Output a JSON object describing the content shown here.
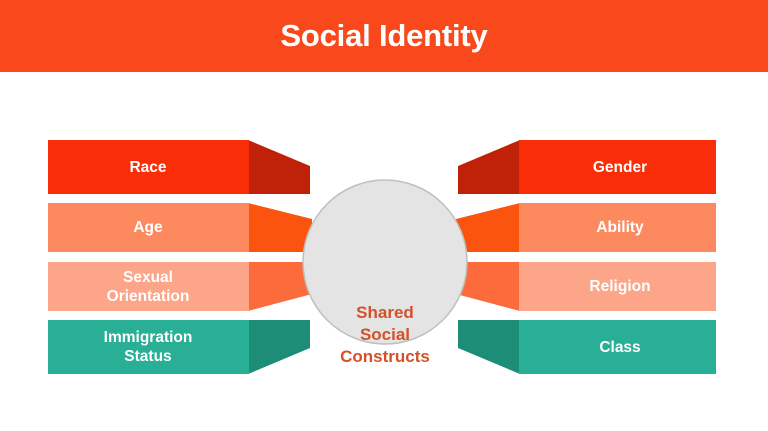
{
  "header": {
    "title": "Social Identity",
    "band_color": "#F9491C",
    "title_color": "#FFFFFF"
  },
  "diagram": {
    "type": "converging-funnel",
    "center": {
      "label": "Shared\nSocial\nConstructs",
      "lines": [
        "Shared",
        "Social",
        "Constructs"
      ],
      "fill_color": "#E4E4E4",
      "border_color": "#BFBFBF",
      "text_color": "#D4512A"
    },
    "left_items": [
      {
        "label": "Race",
        "lines": [
          "Race"
        ],
        "bar_color": "#FA2D09",
        "arm_color": "#C02209",
        "text_color": "#FFFFFF"
      },
      {
        "label": "Age",
        "lines": [
          "Age"
        ],
        "bar_color": "#FC8A5E",
        "arm_color": "#FB540E",
        "text_color": "#FFFFFF"
      },
      {
        "label": "Sexual\nOrientation",
        "lines": [
          "Sexual",
          "Orientation"
        ],
        "bar_color": "#FCA588",
        "arm_color": "#FB6B3B",
        "text_color": "#FFFFFF"
      },
      {
        "label": "Immigration\nStatus",
        "lines": [
          "Immigration",
          "Status"
        ],
        "bar_color": "#29AF95",
        "arm_color": "#1E8D77",
        "text_color": "#FFFFFF"
      }
    ],
    "right_items": [
      {
        "label": "Gender",
        "lines": [
          "Gender"
        ],
        "bar_color": "#FA2D09",
        "arm_color": "#C02209",
        "text_color": "#FFFFFF"
      },
      {
        "label": "Ability",
        "lines": [
          "Ability"
        ],
        "bar_color": "#FC8A5E",
        "arm_color": "#FB540E",
        "text_color": "#FFFFFF"
      },
      {
        "label": "Religion",
        "lines": [
          "Religion"
        ],
        "bar_color": "#FCA588",
        "arm_color": "#FB6B3B",
        "text_color": "#FFFFFF"
      },
      {
        "label": "Class",
        "lines": [
          "Class"
        ],
        "bar_color": "#29AF95",
        "arm_color": "#1E8D77",
        "text_color": "#FFFFFF"
      }
    ]
  },
  "background_color": "#FFFFFF"
}
